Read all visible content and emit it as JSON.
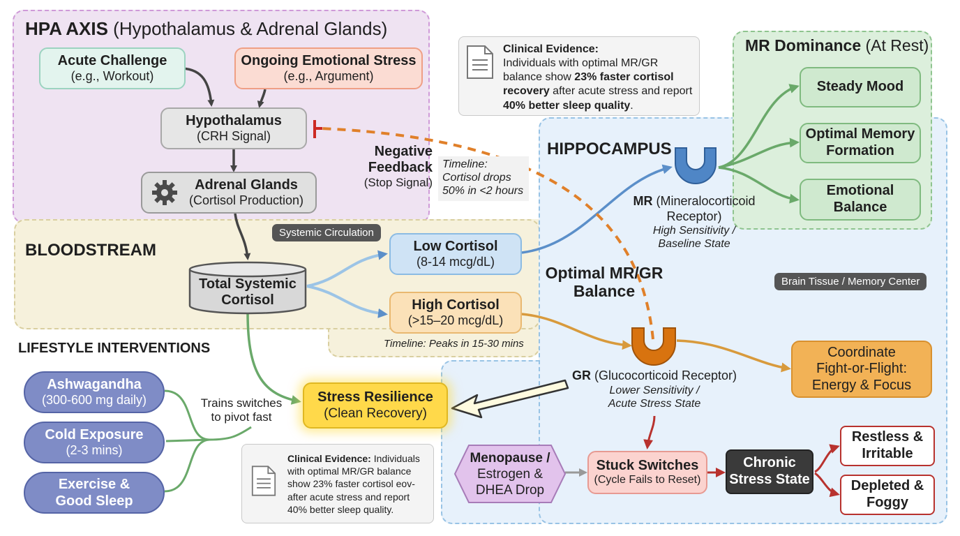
{
  "hpa": {
    "title_bold": "HPA AXIS",
    "title_rest": " (Hypothalamus & Adrenal Glands)",
    "acute": {
      "title": "Acute Challenge",
      "sub": "(e.g., Workout)"
    },
    "emotional": {
      "title": "Ongoing Emotional Stress",
      "sub": "(e.g., Argument)"
    },
    "hypothalamus": {
      "title": "Hypothalamus",
      "sub": "(CRH Signal)"
    },
    "adrenal": {
      "title": "Adrenal Glands",
      "sub": "(Cortisol Production)"
    }
  },
  "negative_feedback": {
    "line1": "Negative",
    "line2": "Feedback",
    "sub": "(Stop Signal)"
  },
  "timeline_drop": {
    "line1": "Timeline:",
    "line2": "Cortisol drops",
    "line3": "50% in <2 hours"
  },
  "evidence_top": {
    "label": "Clinical Evidence:",
    "line1": "Individuals with optimal MR/GR",
    "line2_a": "balance show ",
    "line2_b": "23% faster cortisol",
    "line3_a": "recovery",
    "line3_b": " after acute stress and report",
    "line4_a": "40% better sleep quality",
    "line4_b": "."
  },
  "mr_dominance": {
    "title_bold": "MR Dominance",
    "title_rest": " (At Rest)",
    "items": [
      "Steady Mood",
      "Optimal Memory Formation",
      "Emotional Balance"
    ]
  },
  "hippocampus": {
    "title": "HIPPOCAMPUS",
    "chip": "Brain Tissue / Memory Center",
    "mr": {
      "name_bold": "MR",
      "name_rest": " (Mineralocorticoid",
      "line2": "Receptor)",
      "note1": "High Sensitivity /",
      "note2": "Baseline State"
    },
    "gr": {
      "name_bold": "GR",
      "name_rest": " (Glucocorticoid Receptor)",
      "note1": "Lower Sensitivity /",
      "note2": "Acute Stress State"
    },
    "balance": {
      "line1": "Optimal MR/GR",
      "line2": "Balance"
    }
  },
  "bloodstream": {
    "title": "BLOODSTREAM",
    "chip": "Systemic Circulation",
    "total": {
      "line1": "Total Systemic",
      "line2": "Cortisol"
    },
    "low": {
      "title": "Low Cortisol",
      "sub": "(8-14 mcg/dL)"
    },
    "high": {
      "title": "High Cortisol",
      "sub": "(>15–20 mcg/dL)"
    },
    "timeline_peak": "Timeline: Peaks in 15-30 mins"
  },
  "fight_flight": {
    "line1": "Coordinate",
    "line2": "Fight-or-Flight:",
    "line3": "Energy & Focus"
  },
  "lifestyle": {
    "title": "LIFESTYLE INTERVENTIONS",
    "items": [
      {
        "title": "Ashwagandha",
        "sub": "(300-600 mg daily)"
      },
      {
        "title": "Cold Exposure",
        "sub": "(2-3 mins)"
      },
      {
        "title": "Exercise &",
        "sub": "Good Sleep"
      }
    ],
    "trains_line1": "Trains switches",
    "trains_line2": "to pivot fast"
  },
  "resilience": {
    "title": "Stress Resilience",
    "sub": "(Clean Recovery)"
  },
  "evidence_bottom": {
    "label": "Clinical Evidence:",
    "line1_rest": " Individuals",
    "line2": "with optimal MR/GR balance",
    "line3": "show 23% faster cortisol eov-",
    "line4": "after acute stress and report",
    "line5": "40% better sleep quality."
  },
  "menopause": {
    "line1": "Menopause /",
    "line2": "Estrogen &",
    "line3": "DHEA Drop"
  },
  "stuck": {
    "title": "Stuck Switches",
    "sub": "(Cycle Fails to Reset)"
  },
  "chronic": {
    "line1": "Chronic",
    "line2": "Stress State"
  },
  "outcomes": [
    {
      "line1": "Restless &",
      "line2": "Irritable"
    },
    {
      "line1": "Depleted &",
      "line2": "Foggy"
    }
  ],
  "colors": {
    "hpa_bg": "#efe3f2",
    "blood_bg": "#f6f1dc",
    "hippo_bg": "#e7f1fb",
    "mr_bg": "#dcefdc",
    "arrow_dark": "#444444",
    "arrow_blue": "#5b8fc9",
    "arrow_orange": "#d89a3c",
    "arrow_green": "#6aa96a",
    "arrow_red": "#b8322e",
    "feedback": "#e0802a",
    "mr_receptor": "#4f86c6",
    "gr_receptor": "#d8730f"
  }
}
